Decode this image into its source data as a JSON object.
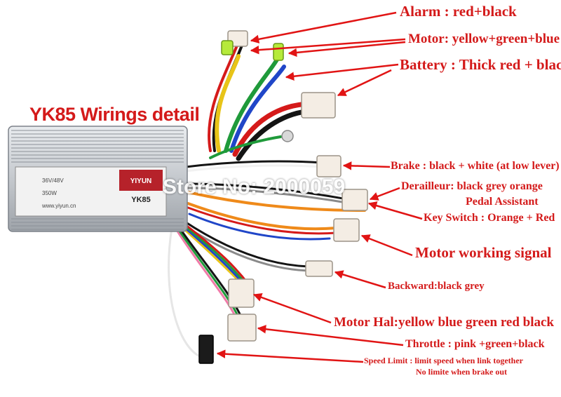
{
  "title": "YK85 Wirings detail",
  "watermark": "Store No: 2000059",
  "controller_label": {
    "brand": "YIYUN",
    "model": "YK85",
    "spec_lines": [
      "36V/48V",
      "350W",
      "www.yiyun.cn"
    ]
  },
  "labels": {
    "alarm": "Alarm : red+black",
    "motor": "Motor: yellow+green+blue",
    "battery": "Battery : Thick red + black",
    "brake": "Brake : black + white (at low lever)",
    "derailleur": "Derailleur: black grey orange",
    "pedal_assistant": "Pedal Assistant",
    "key_switch": "Key Switch : Orange + Red",
    "motor_working_signal": "Motor working signal",
    "backward": "Backward:black grey",
    "motor_hal": "Motor Hal:yellow blue green red black",
    "throttle": "Throttle : pink +green+black",
    "speed_limit_1": "Speed Limit : limit speed when link together",
    "speed_limit_2": "No limite when brake out"
  },
  "colors": {
    "label_red": "#d41a1a",
    "arrow_red": "#e11414",
    "controller_silver": "#c9cdd2",
    "connector_white": "#f4ede4",
    "wire_red": "#d51a1a",
    "wire_black": "#141414",
    "wire_yellow": "#e8c418",
    "wire_green": "#1f9a3a",
    "wire_blue": "#2046c8",
    "wire_orange": "#ef8a1a",
    "wire_grey": "#8a8a8a",
    "wire_white": "#f2f2f2",
    "wire_pink": "#f07aa8"
  }
}
